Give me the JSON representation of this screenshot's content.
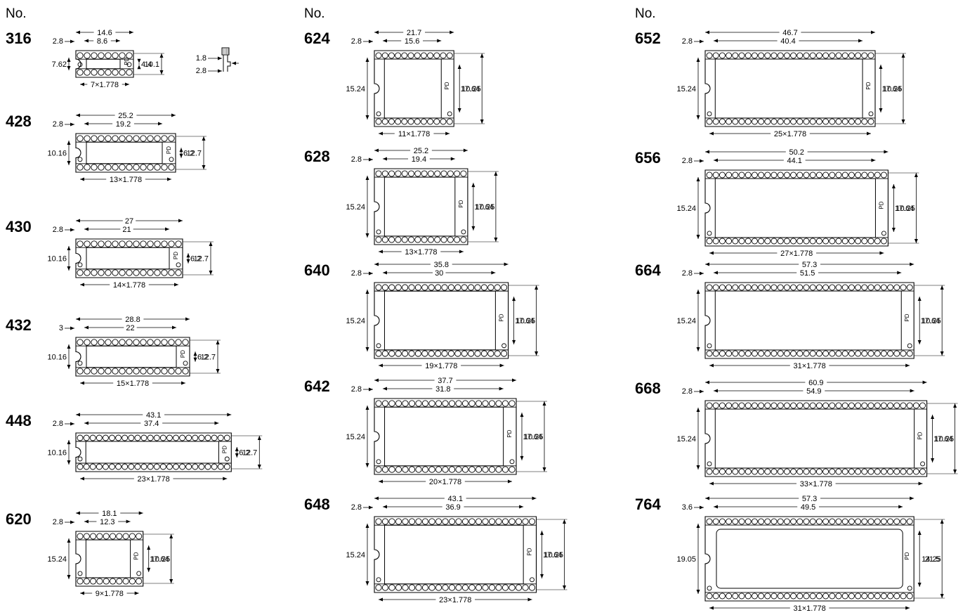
{
  "header_label": "No.",
  "pd_label": "PD",
  "columns": [
    {
      "entries": [
        {
          "no": "316",
          "pins_per_row": 8,
          "total_w": "14.6",
          "inner_w": "8.6",
          "offset": "2.8",
          "height": "7.62",
          "in_h": "4.4",
          "out_h": "10.1",
          "pitch": "7×1.778",
          "side_view": {
            "label_top": "1.8",
            "label_bottom": "2.8"
          }
        },
        {
          "no": "428",
          "pins_per_row": 14,
          "total_w": "25.2",
          "inner_w": "19.2",
          "offset": "2.8",
          "height": "10.16",
          "in_h": "6.2",
          "out_h": "12.7",
          "pitch": "13×1.778"
        },
        {
          "no": "430",
          "pins_per_row": 15,
          "total_w": "27",
          "inner_w": "21",
          "offset": "2.8",
          "height": "10.16",
          "in_h": "6.2",
          "out_h": "12.7",
          "pitch": "14×1.778"
        },
        {
          "no": "432",
          "pins_per_row": 16,
          "total_w": "28.8",
          "inner_w": "22",
          "offset": "3",
          "height": "10.16",
          "in_h": "6.2",
          "out_h": "12.7",
          "pitch": "15×1.778"
        },
        {
          "no": "448",
          "pins_per_row": 24,
          "total_w": "43.1",
          "inner_w": "37.4",
          "offset": "2.8",
          "height": "10.16",
          "in_h": "6.2",
          "out_h": "12.7",
          "pitch": "23×1.778"
        },
        {
          "no": "620",
          "pins_per_row": 10,
          "total_w": "18.1",
          "inner_w": "12.3",
          "offset": "2.8",
          "height": "15.24",
          "in_h": "10.25",
          "out_h": "17.64",
          "pitch": "9×1.778"
        }
      ]
    },
    {
      "entries": [
        {
          "no": "624",
          "pins_per_row": 12,
          "total_w": "21.7",
          "inner_w": "15.6",
          "offset": "2.8",
          "height": "15.24",
          "in_h": "10.25",
          "out_h": "17.64",
          "pitch": "11×1.778"
        },
        {
          "no": "628",
          "pins_per_row": 14,
          "total_w": "25.2",
          "inner_w": "19.4",
          "offset": "2.8",
          "height": "15.24",
          "in_h": "10.25",
          "out_h": "17.64",
          "pitch": "13×1.778"
        },
        {
          "no": "640",
          "pins_per_row": 20,
          "total_w": "35.8",
          "inner_w": "30",
          "offset": "2.8",
          "height": "15.24",
          "in_h": "10.25",
          "out_h": "17.64",
          "pitch": "19×1.778"
        },
        {
          "no": "642",
          "pins_per_row": 21,
          "total_w": "37.7",
          "inner_w": "31.8",
          "offset": "2.8",
          "height": "15.24",
          "in_h": "10.25",
          "out_h": "17.64",
          "pitch": "20×1.778"
        },
        {
          "no": "648",
          "pins_per_row": 24,
          "total_w": "43.1",
          "inner_w": "36.9",
          "offset": "2.8",
          "height": "15.24",
          "in_h": "10.25",
          "out_h": "17.64",
          "pitch": "23×1.778"
        }
      ]
    },
    {
      "entries": [
        {
          "no": "652",
          "pins_per_row": 26,
          "total_w": "46.7",
          "inner_w": "40.4",
          "offset": "2.8",
          "height": "15.24",
          "in_h": "10.25",
          "out_h": "17.64",
          "pitch": "25×1.778"
        },
        {
          "no": "656",
          "pins_per_row": 28,
          "total_w": "50.2",
          "inner_w": "44.1",
          "offset": "2.8",
          "height": "15.24",
          "in_h": "10.25",
          "out_h": "17.64",
          "pitch": "27×1.778"
        },
        {
          "no": "664",
          "pins_per_row": 32,
          "total_w": "57.3",
          "inner_w": "51.5",
          "offset": "2.8",
          "height": "15.24",
          "in_h": "10.25",
          "out_h": "17.64",
          "pitch": "31×1.778"
        },
        {
          "no": "668",
          "pins_per_row": 34,
          "total_w": "60.9",
          "inner_w": "54.9",
          "offset": "2.8",
          "height": "15.24",
          "in_h": "10.25",
          "out_h": "17.64",
          "pitch": "33×1.778"
        },
        {
          "no": "764",
          "pins_per_row": 32,
          "total_w": "57.3",
          "inner_w": "49.5",
          "offset": "3.6",
          "height": "19.05",
          "in_h": "14.25",
          "out_h": "21.5",
          "pitch": "31×1.778",
          "variant": "wide"
        }
      ]
    }
  ]
}
